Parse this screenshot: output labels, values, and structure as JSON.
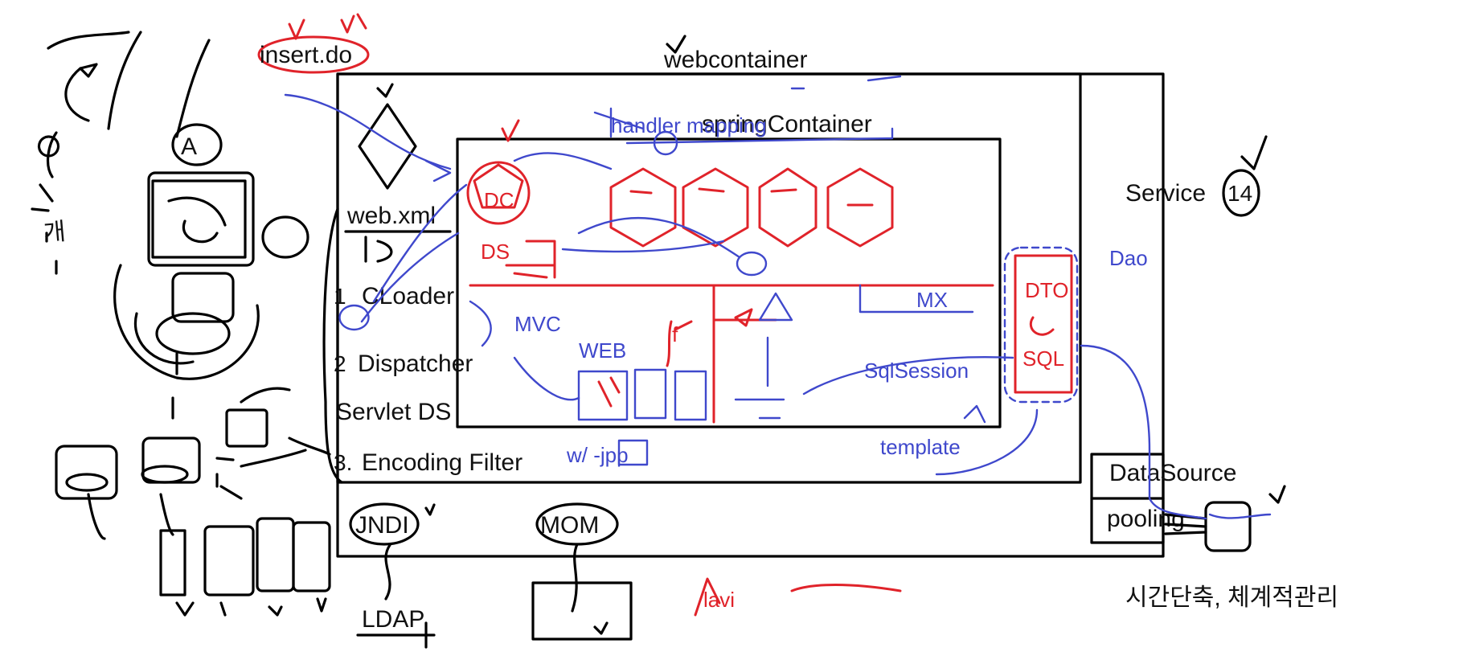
{
  "labels": {
    "insert_do": "insert.do",
    "webcontainer": "webcontainer",
    "spring_container": "springContainer",
    "service": "Service",
    "service_count": "14",
    "web_xml": "web.xml",
    "cloader": "CLoader",
    "dispatcher": "Dispatcher",
    "servlet_ds": "Servlet DS",
    "encoding_filter": "Encoding Filter",
    "jndi": "JNDI",
    "mom": "MOM",
    "datasource": "DataSource",
    "pooling": "pooling",
    "korean_note": "시간단축, 체계적관리"
  },
  "handwriting": {
    "ldap": "LDAP",
    "handler_mapping": "handler mapping",
    "mvc": "MVC",
    "web": "WEB",
    "mx": "MX",
    "ds": "DS",
    "dto": "DTO",
    "sql": "SQL",
    "sql_session": "SqlSession",
    "template": "template",
    "wjpp": "w/ -jpp"
  },
  "colors": {
    "ink": "#000000",
    "red_marker": "#e0232a",
    "blue_marker": "#3f48cc",
    "background": "#ffffff"
  }
}
